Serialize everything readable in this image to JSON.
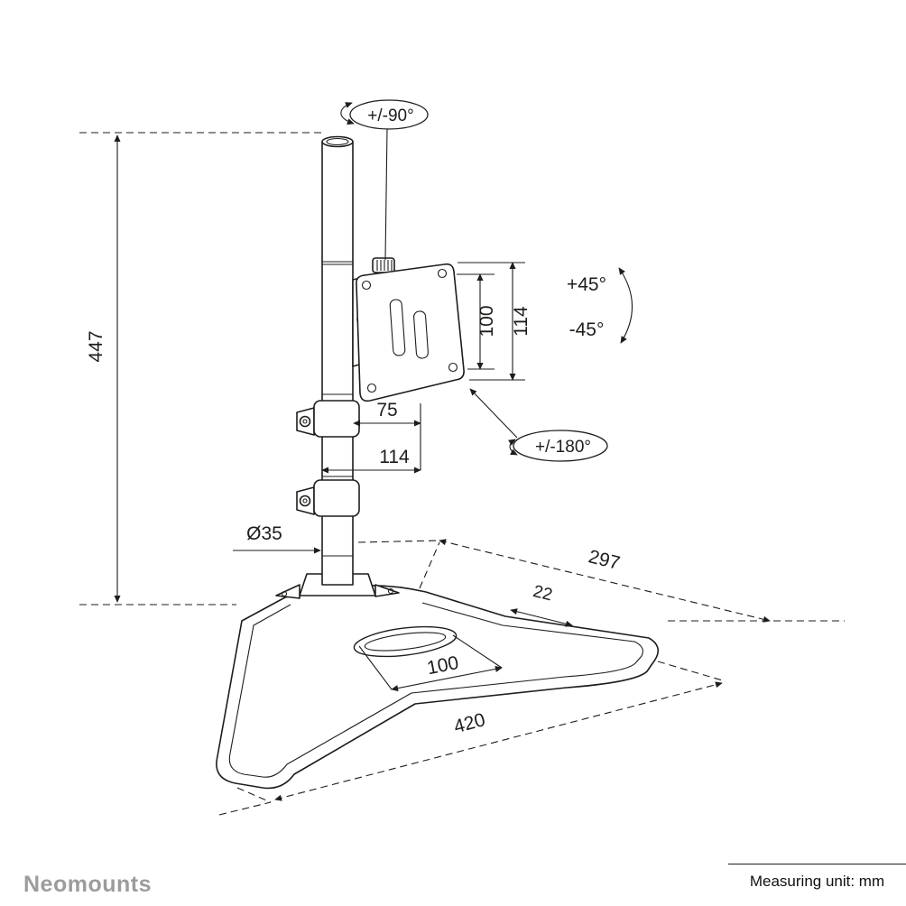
{
  "drawing": {
    "product": "monitor-desk-stand-technical-drawing",
    "brand": "Neomounts",
    "unit_note": "Measuring unit: mm",
    "colors": {
      "line": "#1d1d1b",
      "brand_gray": "#9c9c9c",
      "background": "#ffffff"
    },
    "dimensions": {
      "pole_height": "447",
      "vesa_plate_height": "114",
      "vesa_hole_spacing": "100",
      "plate_offset": "75",
      "vesa_plate_width": "114",
      "pole_diameter": "Ø35",
      "base_depth": "297",
      "slot_edge_offset": "22",
      "slot_length": "100",
      "base_width": "420"
    },
    "angles": {
      "tilt_range": "+/-90°",
      "swivel_plus": "+45°",
      "swivel_minus": "-45°",
      "rotation_range": "+/-180°"
    }
  }
}
